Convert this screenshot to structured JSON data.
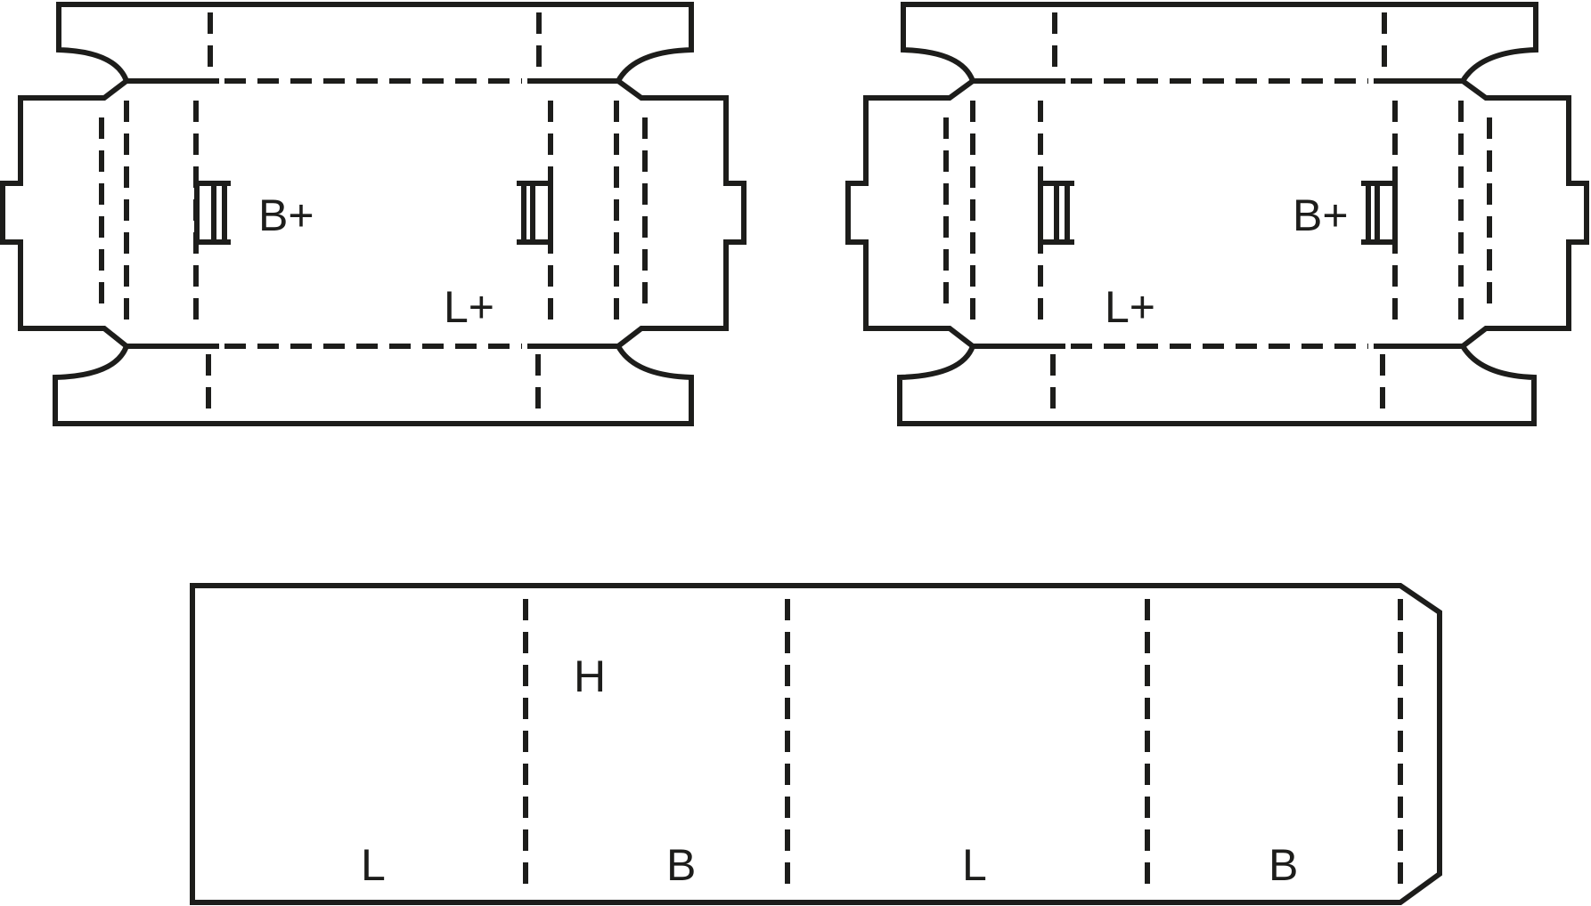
{
  "labels": {
    "tray_a_width_allowance": "B+",
    "tray_a_length_allowance": "L+",
    "tray_b_width_allowance": "B+",
    "tray_b_length_allowance": "L+",
    "sleeve_height": "H",
    "sleeve_panel_1": "L",
    "sleeve_panel_2": "B",
    "sleeve_panel_3": "L",
    "sleeve_panel_4": "B"
  },
  "colors": {
    "line": "#1d1d1b",
    "background": "#ffffff"
  }
}
